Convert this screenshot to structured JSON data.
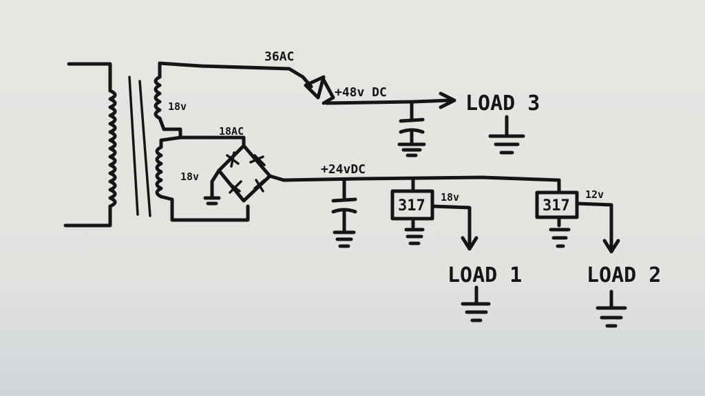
{
  "diagram": {
    "labels": {
      "ac_36": "36AC",
      "winding_top": "18v",
      "winding_bottom": "18v",
      "ac_18": "18AC",
      "dc_48": "+48v DC",
      "dc_24": "+24vDC",
      "load3": "LOAD 3",
      "load1": "LOAD 1",
      "load2": "LOAD 2",
      "reg1": "317",
      "reg1_out": "18v",
      "reg2": "317",
      "reg2_out": "12v"
    }
  }
}
